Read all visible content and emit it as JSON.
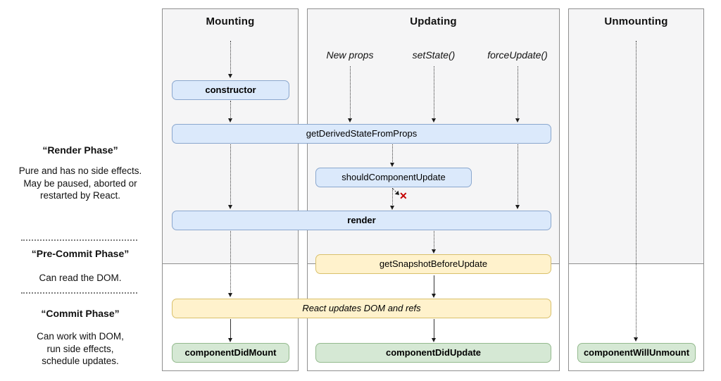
{
  "sidebar": {
    "sections": [
      {
        "title": "“Render Phase”",
        "body": "Pure and has no side effects.\nMay be paused, aborted or\nrestarted by React."
      },
      {
        "title": "“Pre-Commit Phase”",
        "body": "Can read the DOM."
      },
      {
        "title": "“Commit Phase”",
        "body": "Can work with DOM,\nrun side effects,\nschedule updates."
      }
    ]
  },
  "columns": {
    "mounting": {
      "title": "Mounting"
    },
    "updating": {
      "title": "Updating",
      "triggers": [
        "New props",
        "setState()",
        "forceUpdate()"
      ]
    },
    "unmounting": {
      "title": "Unmounting"
    }
  },
  "nodes": {
    "constructor": {
      "label": "constructor"
    },
    "getDerivedStateFromProps": {
      "label": "getDerivedStateFromProps"
    },
    "shouldComponentUpdate": {
      "label": "shouldComponentUpdate"
    },
    "render": {
      "label": "render"
    },
    "getSnapshotBeforeUpdate": {
      "label": "getSnapshotBeforeUpdate"
    },
    "reactUpdates": {
      "label": "React updates DOM and refs"
    },
    "componentDidMount": {
      "label": "componentDidMount"
    },
    "componentDidUpdate": {
      "label": "componentDidUpdate"
    },
    "componentWillUnmount": {
      "label": "componentWillUnmount"
    }
  },
  "abort_marker": "✕",
  "colors": {
    "lifecycle_blue": "#dbe9fb",
    "lifecycle_blue_border": "#8aa7ce",
    "dom_yellow": "#fff2cc",
    "dom_yellow_border": "#d9c06b",
    "commit_green": "#d5e8d4",
    "commit_green_border": "#94ba8e",
    "panel_gray": "#f5f5f6",
    "panel_border": "#8f8f8f",
    "abort_red": "#c40000"
  }
}
